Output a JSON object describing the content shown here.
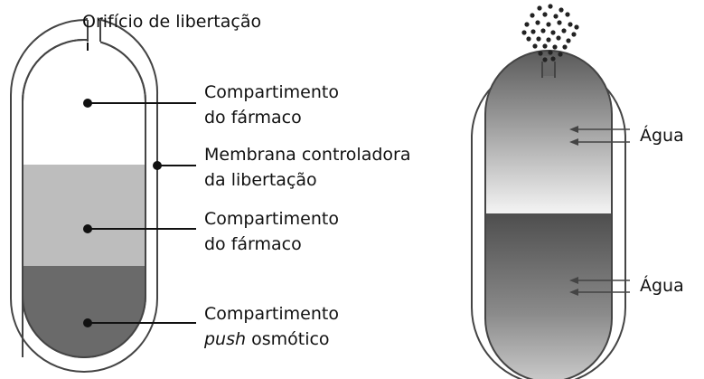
{
  "left_capsule": {
    "orifice_label": "Orifício de libertação",
    "drug_compartment_upper": [
      "Compartimento",
      "do fármaco"
    ],
    "release_membrane": [
      "Membrana controladora",
      "da libertação"
    ],
    "drug_compartment_lower": [
      "Compartimento",
      "do fármaco"
    ],
    "push_compartment": {
      "line1": "Compartimento",
      "line2_italic": "push",
      "line2_rest": " osmótico"
    }
  },
  "right_capsule": {
    "water_label_upper": "Água",
    "water_label_lower": "Água"
  },
  "colors": {
    "outline": "#444444",
    "lower_drug_layer": "#bdbdbd",
    "push_layer": "#6a6a6a",
    "particles": "#222222"
  }
}
